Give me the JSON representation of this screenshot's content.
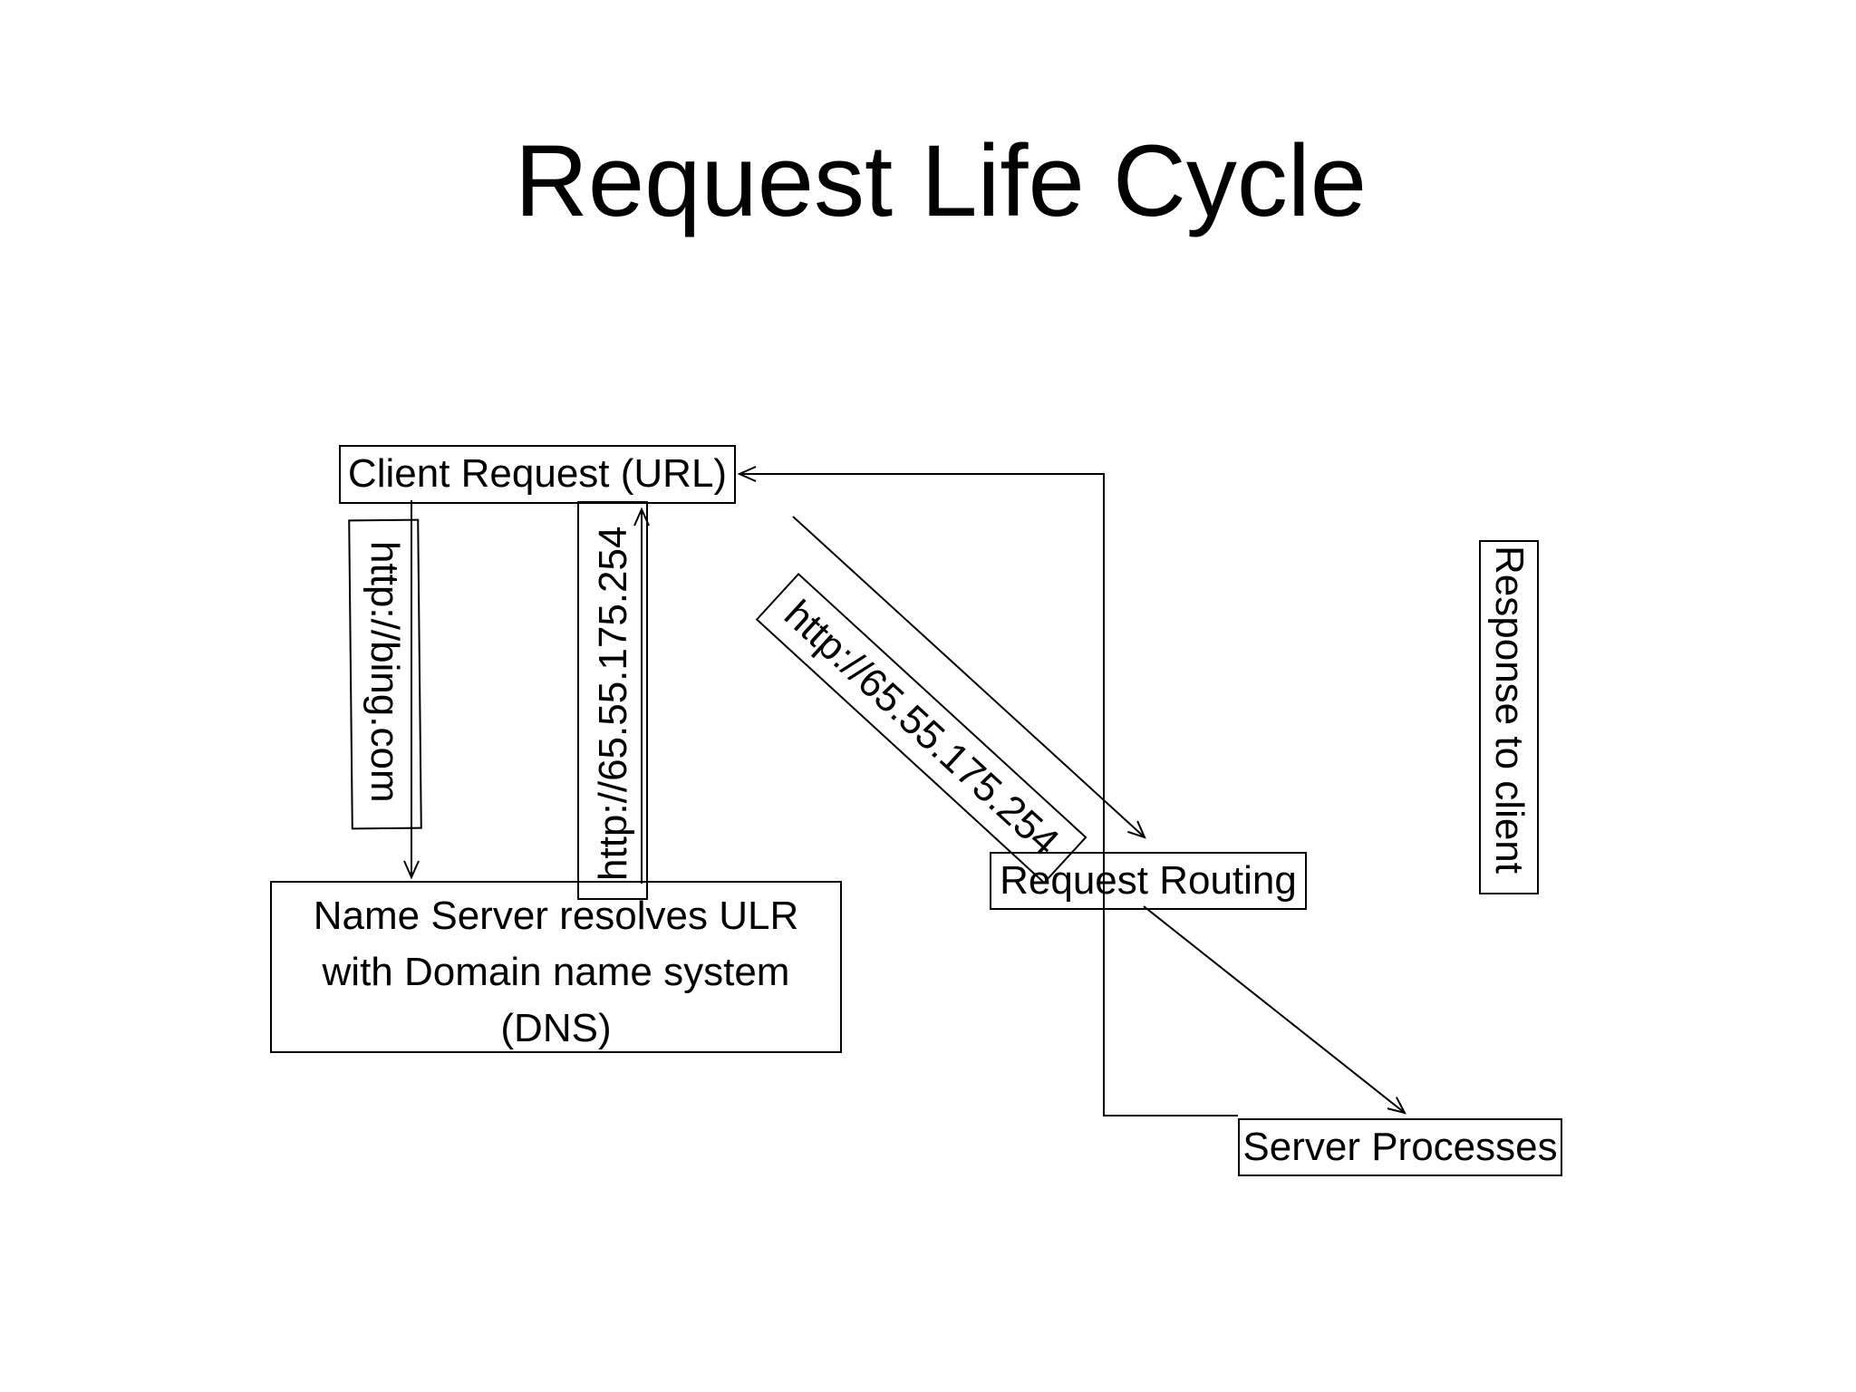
{
  "slide": {
    "title": "Request Life Cycle"
  },
  "nodes": {
    "client_request": "Client Request (URL)",
    "name_server_line1": "Name Server resolves ULR",
    "name_server_line2": "with Domain name system",
    "name_server_line3": "(DNS)",
    "request_routing": "Request Routing",
    "server_processes": "Server Processes"
  },
  "labels": {
    "bing": "http://bing.com",
    "ip_return": "http://65.55.175.254",
    "ip_route": "http://65.55.175.254",
    "response": "Response to client"
  }
}
